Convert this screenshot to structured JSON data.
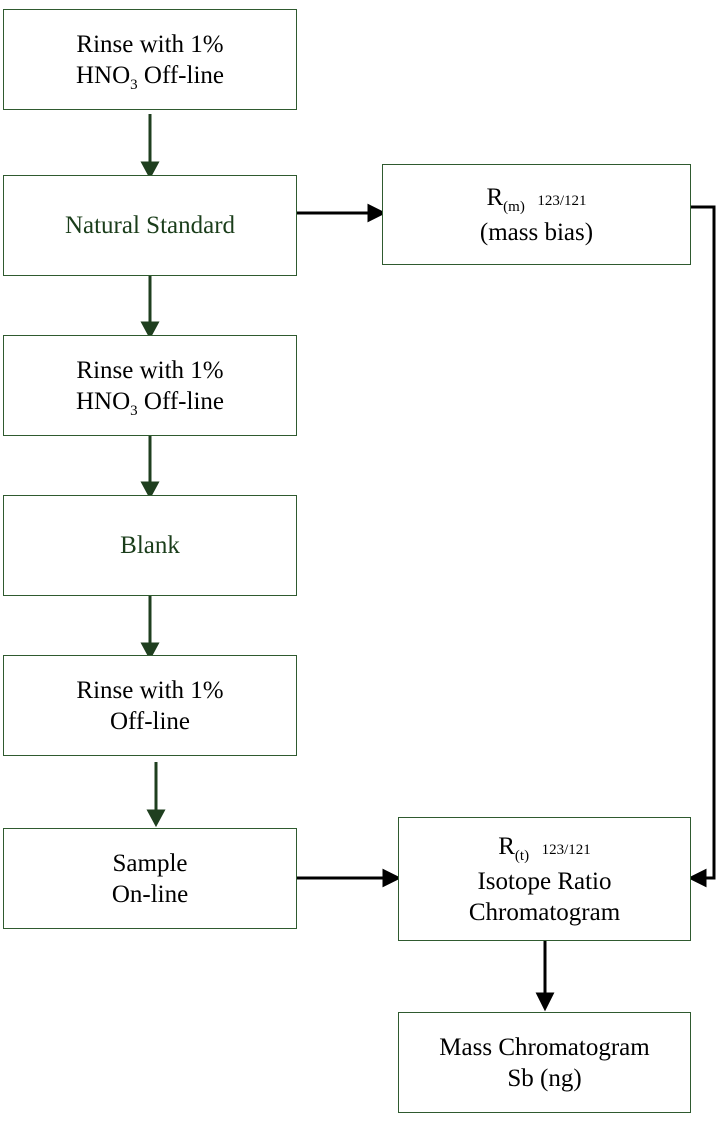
{
  "boxes": {
    "rinse1": {
      "line1": "Rinse with 1%",
      "line2_pre": "HNO",
      "line2_sub": "3",
      "line2_post": " Off-line"
    },
    "natural_standard": {
      "label": "Natural Standard"
    },
    "rinse2": {
      "line1": "Rinse with 1%",
      "line2_pre": "HNO",
      "line2_sub": "3",
      "line2_post": " Off-line"
    },
    "blank": {
      "label": "Blank"
    },
    "rinse3": {
      "line1": "Rinse with 1%",
      "line2": "Off-line"
    },
    "sample": {
      "line1": "Sample",
      "line2": "On-line"
    },
    "mass_bias": {
      "r": "R",
      "r_sub": "(m)",
      "ratio": "123/121",
      "line2": "(mass bias)"
    },
    "isotope_ratio": {
      "r": "R",
      "r_sub": "(t)",
      "ratio": "123/121",
      "line2": "Isotope Ratio",
      "line3": "Chromatogram"
    },
    "mass_chromatogram": {
      "line1": "Mass Chromatogram",
      "line2": "Sb (ng)"
    }
  },
  "colors": {
    "box_border": "#2f5a2f",
    "green_text": "#1a3d1a",
    "green_arrow": "#1f3f1f",
    "black_arrow": "#000000"
  }
}
